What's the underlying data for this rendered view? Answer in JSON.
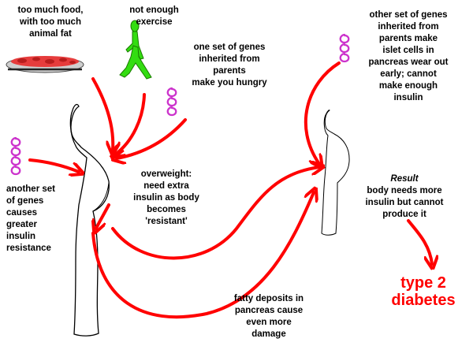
{
  "labels": {
    "food": "too much food,\nwith too much\nanimal fat",
    "exercise": "not enough\nexercise",
    "genes_hunger": "one set of genes\ninherited from\nparents\nmake you  hungry",
    "genes_islet": "other set of genes\ninherited from\nparents make\nislet cells in\npancreas wear out\nearly; cannot\nmake enough\ninsulin",
    "genes_resistance": "another set\nof genes\ncauses\ngreater\ninsulin\nresistance",
    "overweight": "overweight:\nneed extra\ninsulin as body\nbecomes\n'resistant'",
    "result_title": "Result",
    "result_text": "body needs more\ninsulin but cannot\nproduce it",
    "fatty": "fatty deposits in\npancreas cause\neven more\ndamage",
    "outcome": "type 2\ndiabetes"
  },
  "icons": {
    "dna": "dna-helix-icon",
    "food": "fatty-food-icon",
    "walker": "walking-person-icon"
  },
  "colors": {
    "arrow": "#ff0000",
    "dna": "#cc33cc",
    "walker": "#33dd11",
    "outcome": "#ff0000"
  }
}
